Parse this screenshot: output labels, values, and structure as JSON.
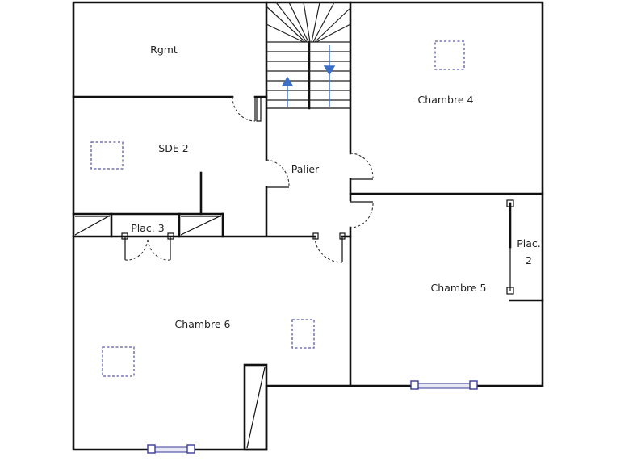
{
  "rooms": {
    "rgmt": "Rgmt",
    "chambre4": "Chambre 4",
    "sde2": "SDE 2",
    "palier": "Palier",
    "plac3": "Plac. 3",
    "chambre5": "Chambre 5",
    "chambre6": "Chambre 6",
    "plac2_line1": "Plac.",
    "plac2_line2": "2"
  },
  "colors": {
    "walls": "#111111",
    "fixtures": "#5a5aa8",
    "windows": "#3a3a9a",
    "stair_arrows": "#3c6fc7"
  }
}
